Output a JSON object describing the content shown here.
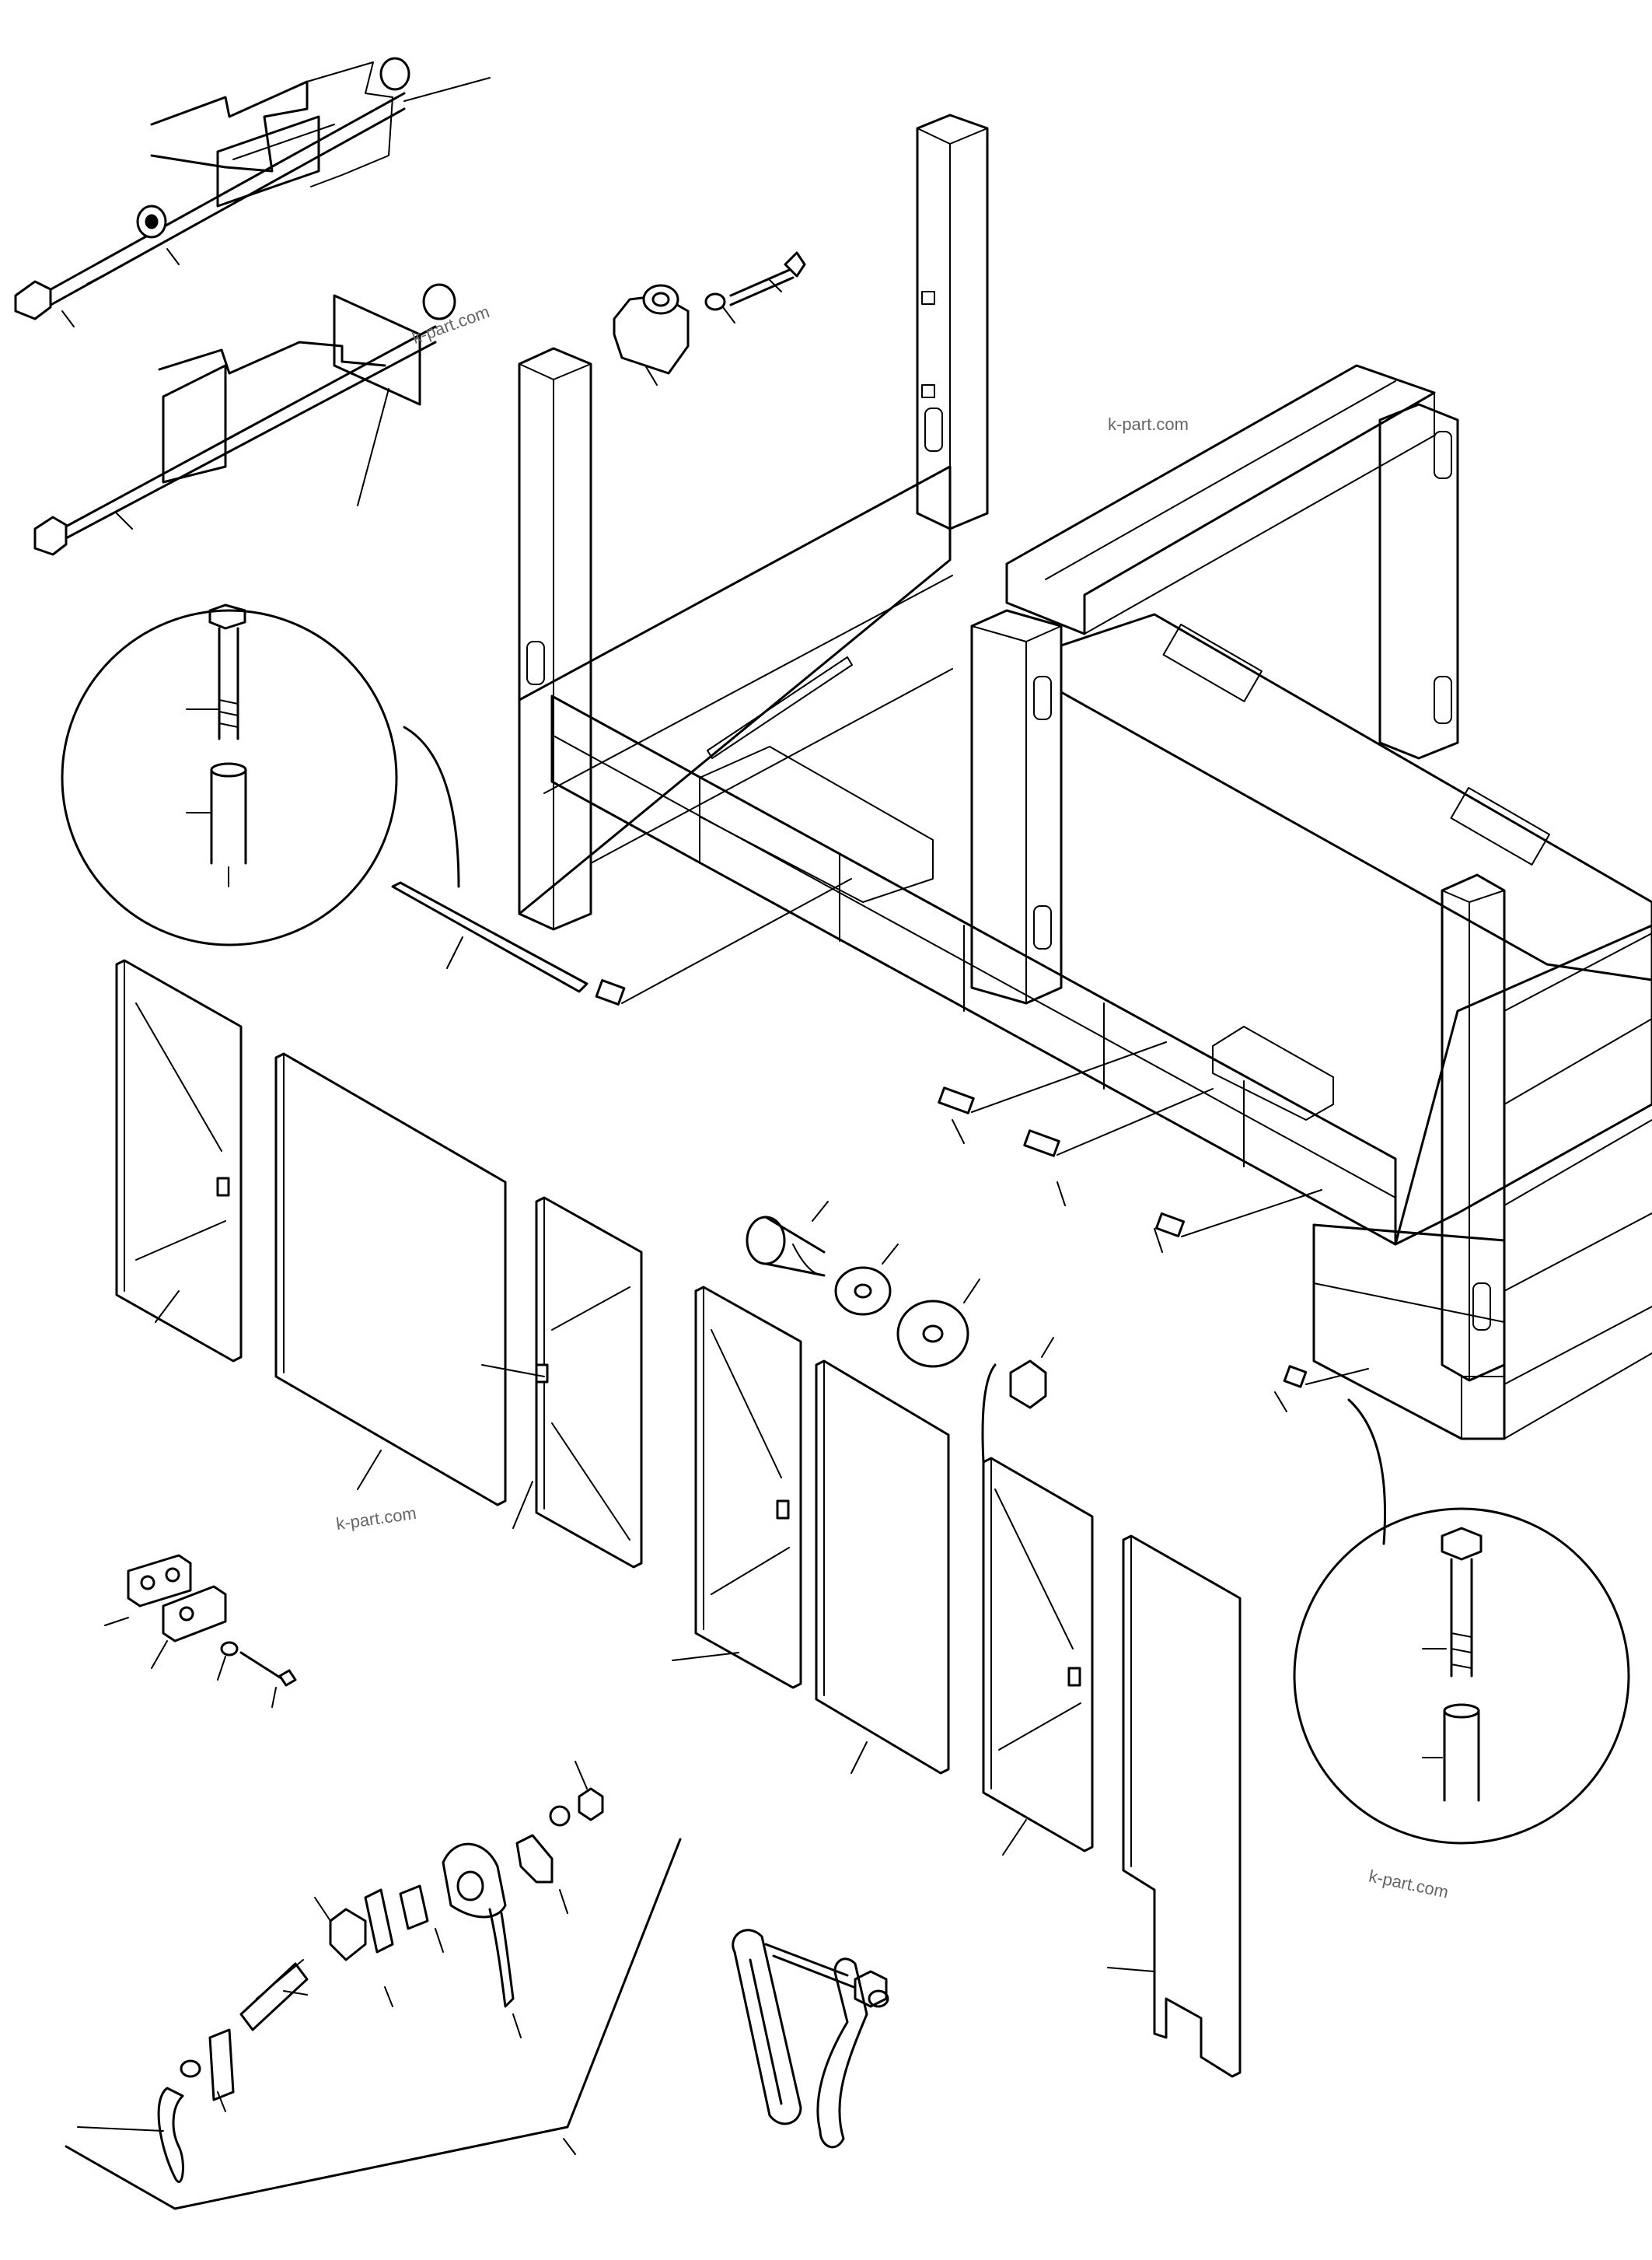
{
  "watermarks": [
    {
      "text": "k-part.com"
    },
    {
      "text": "k-part.com"
    },
    {
      "text": "k-part.com"
    },
    {
      "text": "k-part.com"
    }
  ]
}
